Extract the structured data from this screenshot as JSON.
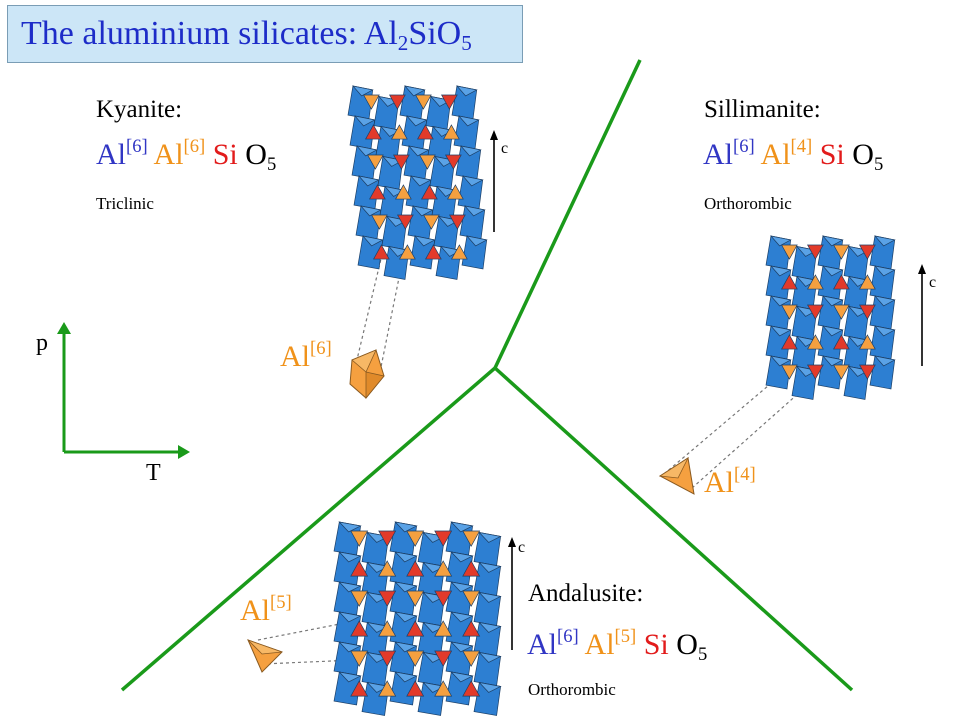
{
  "title": {
    "main": "The aluminium silicates: Al",
    "sub1": "2",
    "mid": "SiO",
    "sub2": "5"
  },
  "colors": {
    "blue": "#3136c4",
    "orange": "#f0921a",
    "red": "#e21b1b",
    "green": "#1a9a1a",
    "title_bg": "#cce6f7",
    "octahedra": "#2d7fd2",
    "tetra_orange": "#f5a040",
    "tetra_red": "#e23a2a"
  },
  "axes": {
    "p": "p",
    "T": "T",
    "c": "c"
  },
  "kyanite": {
    "name": "Kyanite:",
    "formula": {
      "a": "Al",
      "a_sup": "[6]",
      "b": "Al",
      "b_sup": "[6]",
      "c": "Si",
      "d": "O",
      "d_sub": "5"
    },
    "system": "Triclinic",
    "site": {
      "text": "Al",
      "sup": "[6]"
    }
  },
  "sillimanite": {
    "name": "Sillimanite:",
    "formula": {
      "a": "Al",
      "a_sup": "[6]",
      "b": "Al",
      "b_sup": "[4]",
      "c": "Si",
      "d": "O",
      "d_sub": "5"
    },
    "system": "Orthorombic",
    "site": {
      "text": "Al",
      "sup": "[4]"
    }
  },
  "andalusite": {
    "name": "Andalusite:",
    "formula": {
      "a": "Al",
      "a_sup": "[6]",
      "b": "Al",
      "b_sup": "[5]",
      "c": "Si",
      "d": "O",
      "d_sub": "5"
    },
    "system": "Orthorombic",
    "site": {
      "text": "Al",
      "sup": "[5]"
    }
  }
}
